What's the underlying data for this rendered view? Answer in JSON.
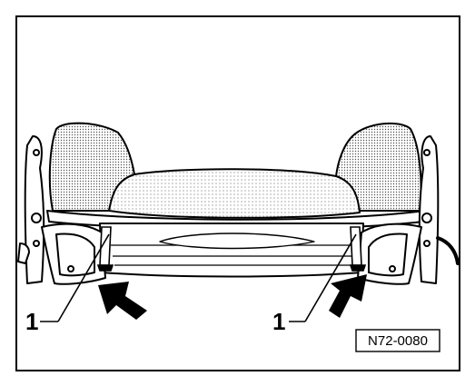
{
  "figure": {
    "callouts": [
      {
        "id": "left",
        "label": "1"
      },
      {
        "id": "right",
        "label": "1"
      }
    ],
    "reference_code": "N72-0080"
  }
}
